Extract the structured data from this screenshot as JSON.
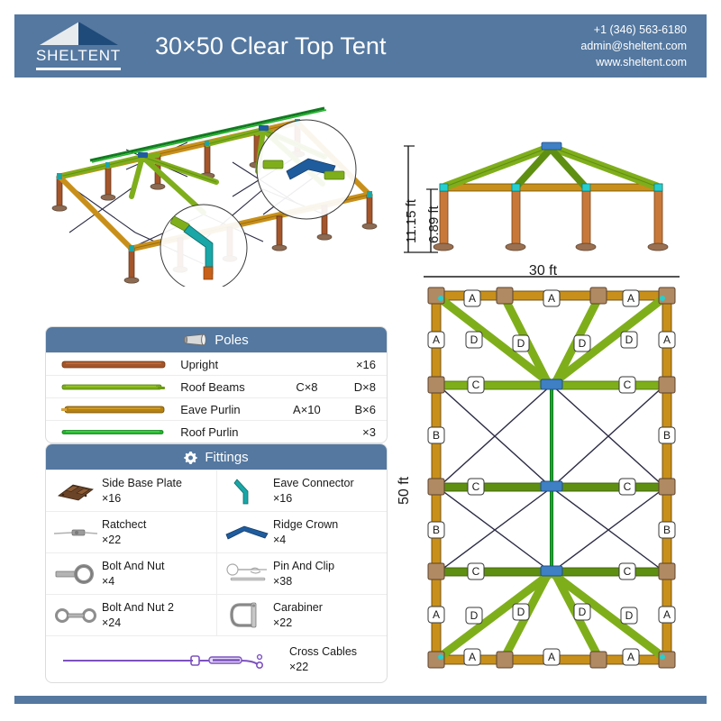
{
  "header": {
    "logo_word": "SHELTENT",
    "logo_icon": "tent-roof-icon",
    "title": "30×50 Clear Top Tent",
    "phone": "+1 (346) 563-6180",
    "email": "admin@sheltent.com",
    "website": "www.sheltent.com",
    "bg_color": "#5478a0"
  },
  "views": {
    "iso": {
      "name": "isometric-frame-view",
      "callouts": [
        "ridge-crown-detail",
        "eave-connector-detail"
      ]
    },
    "elevation": {
      "name": "elevation-view",
      "total_height": "11.15 ft",
      "eave_height": "6.89 ft",
      "width": "30 ft"
    },
    "plan": {
      "name": "plan-view",
      "length": "50 ft",
      "top_edge_labels": [
        "A",
        "A",
        "A"
      ],
      "top_rafter_labels": [
        "D",
        "D",
        "D",
        "D"
      ],
      "upper_side_labels": [
        "A",
        "A"
      ],
      "purlin_row1_labels": [
        "C",
        "C"
      ],
      "mid_side_labels_upper": [
        "B",
        "B"
      ],
      "purlin_row2_labels": [
        "C",
        "C"
      ],
      "mid_side_labels_lower": [
        "B",
        "B"
      ],
      "purlin_row3_labels": [
        "C",
        "C"
      ],
      "lower_side_labels": [
        "A",
        "A"
      ],
      "bottom_rafter_labels": [
        "D",
        "D",
        "D",
        "D"
      ],
      "bottom_edge_labels": [
        "A",
        "A",
        "A"
      ]
    }
  },
  "poles_table": {
    "title": "Poles",
    "icon": "pole-icon",
    "rows": [
      {
        "name": "Upright",
        "qty_mid": "",
        "qty_right": "×16",
        "color": "#a4552a"
      },
      {
        "name": "Roof Beams",
        "qty_mid": "C×8",
        "qty_right": "D×8",
        "color": "#7fae1b"
      },
      {
        "name": "Eave Purlin",
        "qty_mid": "A×10",
        "qty_right": "B×6",
        "color": "#b6820f"
      },
      {
        "name": "Roof Purlin",
        "qty_mid": "",
        "qty_right": "×3",
        "color": "#20b52a"
      }
    ]
  },
  "fittings_table": {
    "title": "Fittings",
    "icon": "gear-icon",
    "items": [
      {
        "name": "Side Base Plate",
        "qty": "×16",
        "icon": "base-plate-icon"
      },
      {
        "name": "Eave Connector",
        "qty": "×16",
        "icon": "eave-connector-icon"
      },
      {
        "name": "Ratchect",
        "qty": "×22",
        "icon": "ratchet-icon"
      },
      {
        "name": "Ridge Crown",
        "qty": "×4",
        "icon": "ridge-crown-icon"
      },
      {
        "name": "Bolt And Nut",
        "qty": "×4",
        "icon": "eye-bolt-icon"
      },
      {
        "name": "Pin And Clip",
        "qty": "×38",
        "icon": "pin-clip-icon"
      },
      {
        "name": "Bolt And Nut 2",
        "qty": "×24",
        "icon": "double-ring-bolt-icon"
      },
      {
        "name": "Carabiner",
        "qty": "×22",
        "icon": "carabiner-icon"
      }
    ],
    "wide_item": {
      "name": "Cross Cables",
      "qty": "×22",
      "icon": "cross-cable-icon"
    }
  },
  "colors": {
    "brand_blue": "#5478a0",
    "upright_brown": "#a4552a",
    "beam_green": "#7fae1b",
    "purlin_gold": "#b6820f",
    "roof_purlin_green": "#20b52a",
    "connector_teal": "#1aa6a6",
    "crown_navy": "#1f5c9e",
    "cable_purple": "#7d52c0"
  }
}
